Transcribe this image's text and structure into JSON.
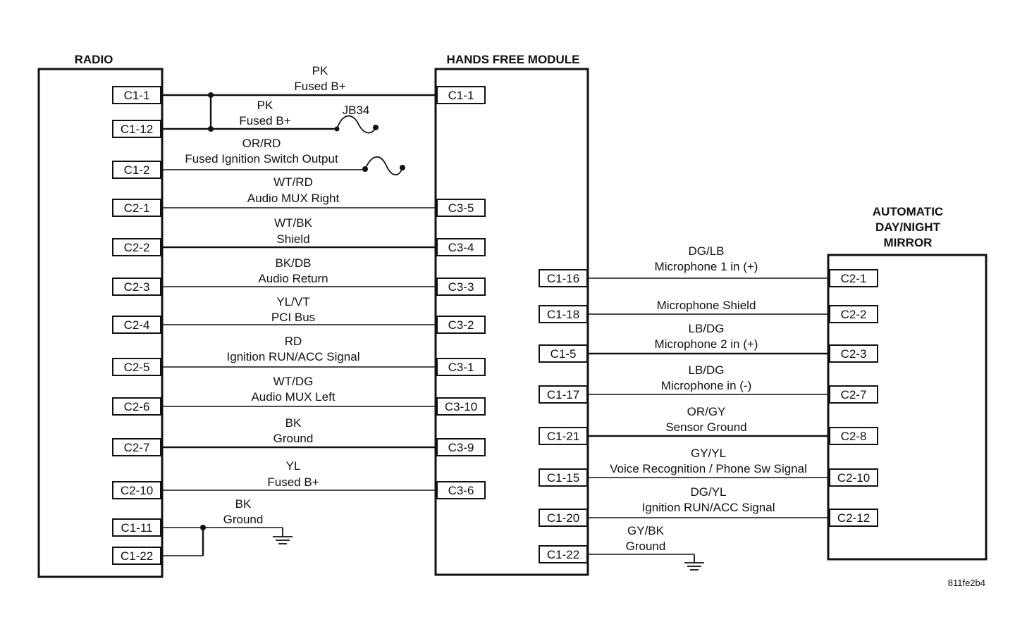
{
  "components": {
    "radio": "RADIO",
    "hfm": "HANDS FREE MODULE",
    "mirror": [
      "AUTOMATIC",
      "DAY/NIGHT",
      "MIRROR"
    ]
  },
  "radio_pins": [
    "C1-1",
    "C1-12",
    "C1-2",
    "C2-1",
    "C2-2",
    "C2-3",
    "C2-4",
    "C2-5",
    "C2-6",
    "C2-7",
    "C2-10",
    "C1-11",
    "C1-22"
  ],
  "hfm_left_pins": [
    "C1-1",
    "C3-5",
    "C3-4",
    "C3-3",
    "C3-2",
    "C3-1",
    "C3-10",
    "C3-9",
    "C3-6"
  ],
  "hfm_right_pins": [
    "C1-16",
    "C1-18",
    "C1-5",
    "C1-17",
    "C1-21",
    "C1-15",
    "C1-20",
    "C1-22"
  ],
  "mirror_pins": [
    "C2-1",
    "C2-2",
    "C2-3",
    "C2-7",
    "C2-8",
    "C2-10",
    "C2-12"
  ],
  "left_circuits": [
    {
      "color": "PK",
      "func": "Fused B+"
    },
    {
      "color": "PK",
      "func": "Fused B+"
    },
    {
      "color": "OR/RD",
      "func": "Fused Ignition Switch Output"
    },
    {
      "color": "WT/RD",
      "func": "Audio MUX Right"
    },
    {
      "color": "WT/BK",
      "func": "Shield"
    },
    {
      "color": "BK/DB",
      "func": "Audio Return"
    },
    {
      "color": "YL/VT",
      "func": "PCI Bus"
    },
    {
      "color": "RD",
      "func": "Ignition RUN/ACC Signal"
    },
    {
      "color": "WT/DG",
      "func": "Audio MUX Left"
    },
    {
      "color": "BK",
      "func": "Ground"
    },
    {
      "color": "YL",
      "func": "Fused B+"
    },
    {
      "color": "BK",
      "func": "Ground"
    }
  ],
  "right_circuits": [
    {
      "color": "DG/LB",
      "func": "Microphone 1 in (+)"
    },
    {
      "color": "",
      "func": "Microphone Shield"
    },
    {
      "color": "LB/DG",
      "func": "Microphone 2 in (+)"
    },
    {
      "color": "LB/DG",
      "func": "Microphone in (-)"
    },
    {
      "color": "OR/GY",
      "func": "Sensor Ground"
    },
    {
      "color": "GY/YL",
      "func": "Voice Recognition / Phone Sw Signal"
    },
    {
      "color": "DG/YL",
      "func": "Ignition RUN/ACC Signal"
    },
    {
      "color": "GY/BK",
      "func": "Ground"
    }
  ],
  "junction_block": "JB34",
  "figure_id": "811fe2b4"
}
